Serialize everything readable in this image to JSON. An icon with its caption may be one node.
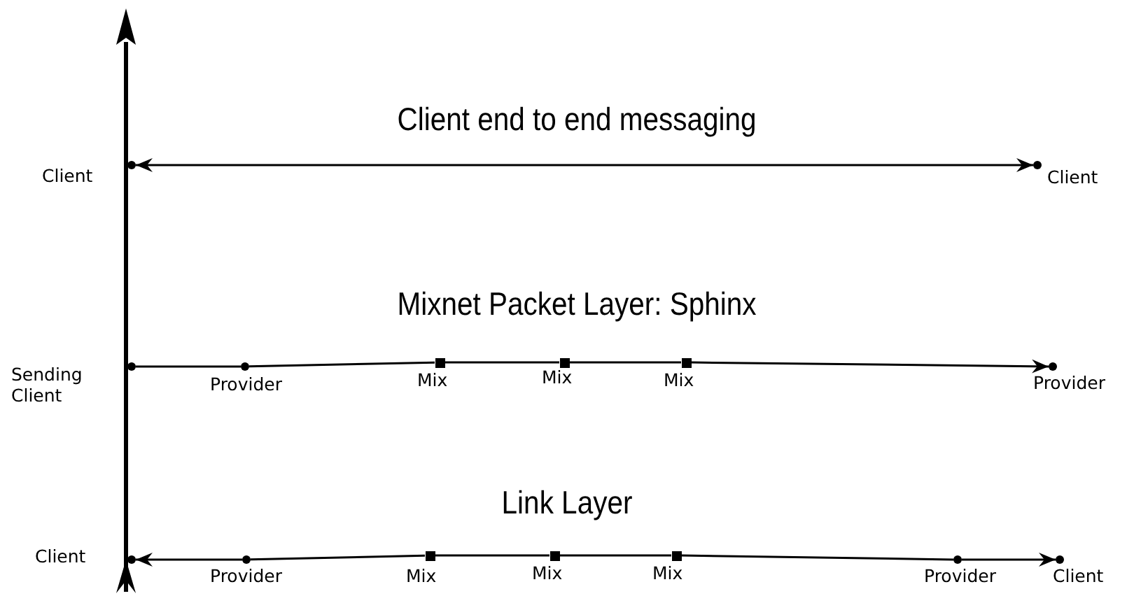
{
  "diagram": {
    "nodes": [
      {
        "text": [],
        "shape": "circle",
        "beside": [
          "Client"
        ]
      },
      {
        "text": [],
        "shape": "circle",
        "beside": [
          "Client"
        ]
      },
      {
        "text": [],
        "shape": "circle",
        "beside": [
          "Sending Client"
        ]
      },
      {
        "text": [],
        "shape": "circle",
        "beside": [
          "Provider"
        ]
      },
      {
        "text": [],
        "shape": "box",
        "beside": [
          "Mix"
        ]
      },
      {
        "text": [],
        "shape": "box",
        "beside": [
          "Mix"
        ]
      },
      {
        "text": [],
        "shape": "box",
        "beside": [
          "Mix"
        ]
      },
      {
        "text": [],
        "shape": "circle",
        "beside": [
          "Provider"
        ]
      },
      {
        "text": [],
        "shape": "circle",
        "beside": [
          "Client"
        ]
      },
      {
        "text": [],
        "shape": "circle",
        "beside": [
          "Provider"
        ]
      },
      {
        "text": [],
        "shape": "box",
        "beside": [
          "Mix"
        ]
      },
      {
        "text": [],
        "shape": "box",
        "beside": [
          "Mix"
        ]
      },
      {
        "text": [],
        "shape": "box",
        "beside": [
          "Mix"
        ]
      },
      {
        "text": [],
        "shape": "circle",
        "beside": [
          "Provider"
        ]
      },
      {
        "text": [],
        "shape": "circle",
        "beside": [
          "Client"
        ]
      }
    ],
    "edges": [
      {
        "from": 0,
        "to": 1,
        "arrow": "both"
      },
      {
        "from": 2,
        "to": 3,
        "arrow": "none"
      },
      {
        "from": 3,
        "to": 4,
        "arrow": "none"
      },
      {
        "from": 4,
        "to": 5,
        "arrow": "none"
      },
      {
        "from": 5,
        "to": 6,
        "arrow": "none"
      },
      {
        "from": 6,
        "to": 7,
        "arrow": "to"
      },
      {
        "from": 9,
        "to": 8,
        "arrow": "to"
      },
      {
        "from": 9,
        "to": 10,
        "arrow": "none"
      },
      {
        "from": 10,
        "to": 11,
        "arrow": "none"
      },
      {
        "from": 11,
        "to": 12,
        "arrow": "none"
      },
      {
        "from": 12,
        "to": 13,
        "arrow": "none"
      },
      {
        "from": 13,
        "to": 14,
        "arrow": "to"
      }
    ],
    "labels": [
      "Client end to end messaging",
      "Mixnet Packet Layer: Sphinx",
      "Link Layer"
    ]
  }
}
